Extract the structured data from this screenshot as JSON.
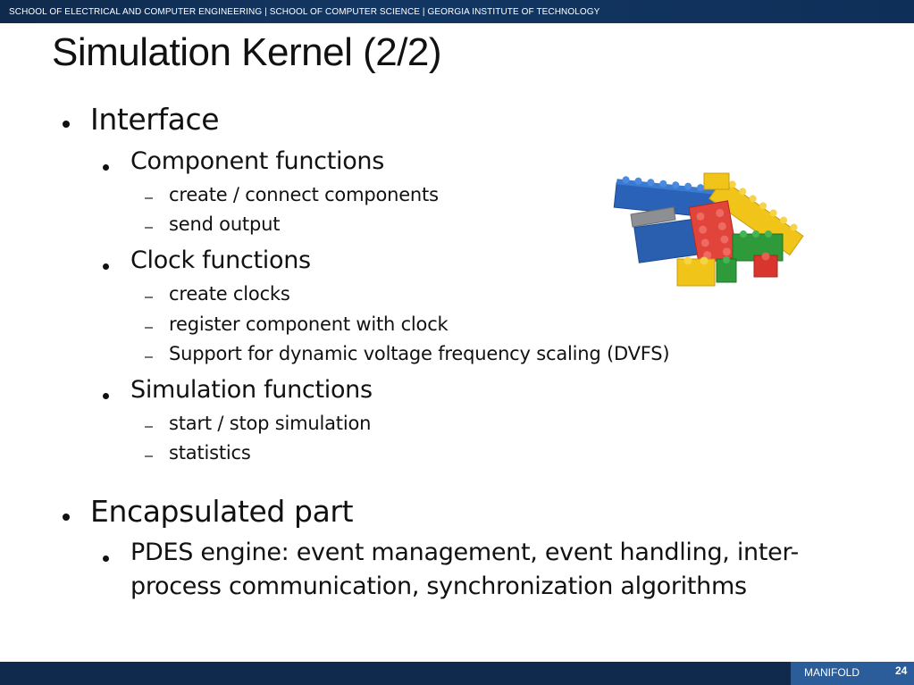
{
  "slide": {
    "title": "Simulation Kernel (2/2)",
    "bullets": {
      "interface": "Interface",
      "component_functions": "Component functions",
      "create_connect": "create / connect components",
      "send_output": "send output",
      "clock_functions": "Clock functions",
      "create_clocks": "create clocks",
      "register_component": "register component with clock",
      "dvfs": "Support for dynamic voltage frequency scaling (DVFS)",
      "simulation_functions": "Simulation functions",
      "start_stop": "start / stop simulation",
      "statistics": "statistics",
      "encapsulated": "Encapsulated part",
      "pdes_line1": "PDES engine: event management, event handling, inter-",
      "pdes_line2": "process communication, synchronization algorithms"
    }
  },
  "footer": {
    "text": "SCHOOL OF ELECTRICAL AND COMPUTER ENGINEERING | SCHOOL OF COMPUTER SCIENCE | GEORGIA INSTITUTE OF TECHNOLOGY",
    "brand": "MANIFOLD",
    "page_number": "24"
  },
  "colors": {
    "header_bar": "#0f2a4c",
    "footer_bar": "#0f2a4c",
    "brand_box": "#2a5d9a"
  },
  "image": {
    "name": "lego-bricks-image"
  }
}
